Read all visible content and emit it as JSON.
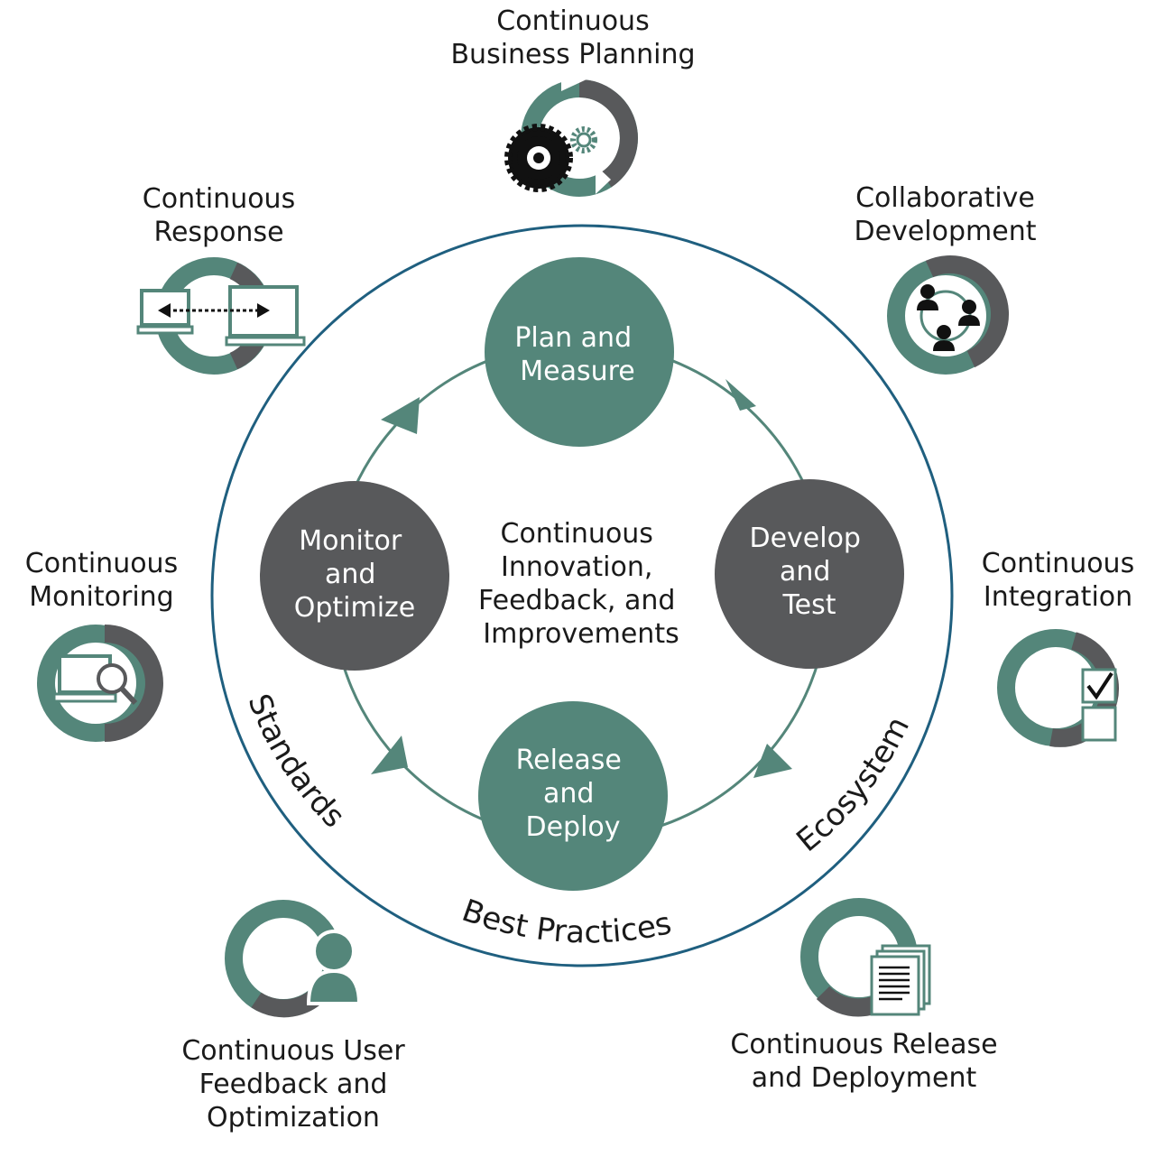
{
  "colors": {
    "teal": "#54867a",
    "dark": "#58595b",
    "outer_ring": "#1f5f7f",
    "text": "#1a1a1a",
    "white": "#ffffff"
  },
  "center": {
    "lines": [
      "Continuous",
      "Innovation,",
      "Feedback, and",
      "Improvements"
    ]
  },
  "phases": [
    {
      "id": "plan",
      "lines": [
        "Plan and",
        "Measure"
      ],
      "color": "teal"
    },
    {
      "id": "develop",
      "lines": [
        "Develop",
        "and",
        "Test"
      ],
      "color": "dark"
    },
    {
      "id": "release",
      "lines": [
        "Release",
        "and",
        "Deploy"
      ],
      "color": "teal"
    },
    {
      "id": "monitor",
      "lines": [
        "Monitor",
        "and",
        "Optimize"
      ],
      "color": "dark"
    }
  ],
  "ring_labels": {
    "standards": "Standards",
    "ecosystem": "Ecosystem",
    "best_practices": "Best Practices"
  },
  "practices": [
    {
      "id": "business-planning",
      "lines": [
        "Continuous",
        "Business Planning"
      ],
      "icon": "gears-icon"
    },
    {
      "id": "collaborative-development",
      "lines": [
        "Collaborative",
        "Development"
      ],
      "icon": "people-icon"
    },
    {
      "id": "integration",
      "lines": [
        "Continuous",
        "Integration"
      ],
      "icon": "checklist-icon"
    },
    {
      "id": "release-deployment",
      "lines": [
        "Continuous Release",
        "and Deployment"
      ],
      "icon": "documents-icon"
    },
    {
      "id": "user-feedback",
      "lines": [
        "Continuous User",
        "Feedback and",
        "Optimization"
      ],
      "icon": "user-icon"
    },
    {
      "id": "monitoring",
      "lines": [
        "Continuous",
        "Monitoring"
      ],
      "icon": "laptop-magnifier-icon"
    },
    {
      "id": "response",
      "lines": [
        "Continuous",
        "Response"
      ],
      "icon": "two-monitors-icon"
    }
  ]
}
